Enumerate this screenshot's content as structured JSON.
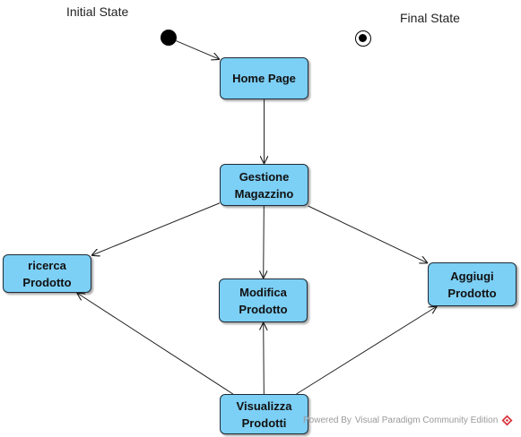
{
  "theme": {
    "state_fill": "#7ccff5",
    "state_border": "#1f2b36",
    "edge_color": "#222222"
  },
  "pseudostates": {
    "initial_label": "Initial State",
    "final_label": "Final State"
  },
  "states": {
    "home": "Home Page",
    "gestione": "Gestione Magazzino",
    "ricerca": "ricerca Prodotto",
    "modifica": "Modifica Prodotto",
    "aggiungi": "Aggiugi Prodotto",
    "visualizza": "Visualizza Prodotti"
  },
  "transitions": [
    {
      "from": "initial",
      "to": "home"
    },
    {
      "from": "home",
      "to": "gestione"
    },
    {
      "from": "gestione",
      "to": "ricerca"
    },
    {
      "from": "gestione",
      "to": "modifica"
    },
    {
      "from": "gestione",
      "to": "aggiungi"
    },
    {
      "from": "visualizza",
      "to": "ricerca"
    },
    {
      "from": "visualizza",
      "to": "modifica"
    },
    {
      "from": "visualizza",
      "to": "aggiungi"
    }
  ],
  "watermark": {
    "powered_by": "Powered By",
    "product": "Visual Paradigm Community Edition",
    "logo_icon": "visual-paradigm-logo-icon"
  }
}
